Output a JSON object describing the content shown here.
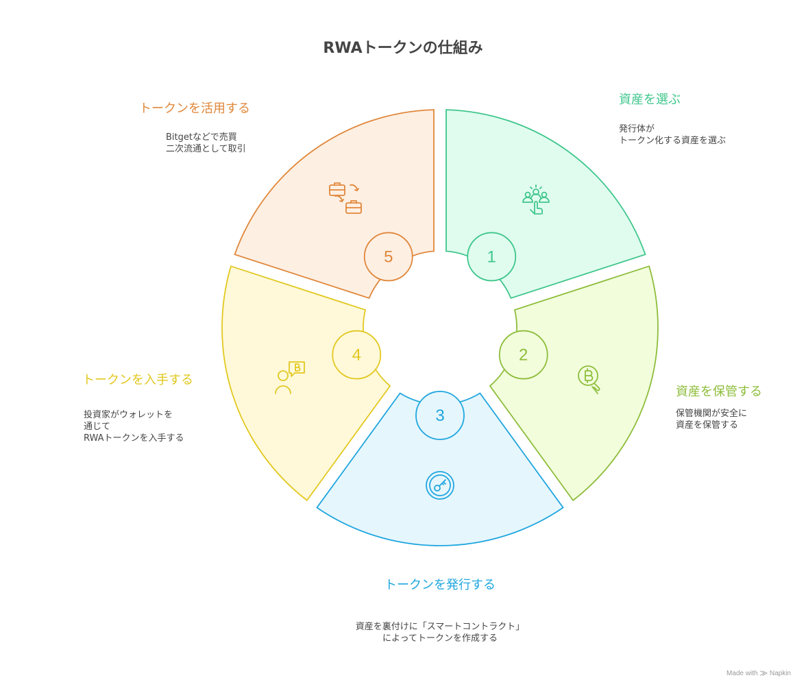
{
  "title": "RWAトークンの仕組み",
  "steps": [
    {
      "num": "1",
      "title": "資産を選ぶ",
      "desc": "発行体が\nトークン化する資産を選ぶ",
      "icon": "people-pointer-icon",
      "stroke": "#3ec68b",
      "fill": "#e0fcef"
    },
    {
      "num": "2",
      "title": "資産を保管する",
      "desc": "保管機関が安全に\n資産を保管する",
      "icon": "bitcoin-hand-icon",
      "stroke": "#8dbd3a",
      "fill": "#f2fddc"
    },
    {
      "num": "3",
      "title": "トークンを発行する",
      "desc": "資産を裏付けに「スマートコントラクト」\nによってトークンを作成する",
      "icon": "key-coin-icon",
      "stroke": "#1fa6de",
      "fill": "#e6f6fd"
    },
    {
      "num": "4",
      "title": "トークンを入手する",
      "desc": "投資家がウォレットを\n通じて\nRWAトークンを入手する",
      "icon": "person-bitcoin-icon",
      "stroke": "#e2c81f",
      "fill": "#fff9da"
    },
    {
      "num": "5",
      "title": "トークンを活用する",
      "desc": "Bitgetなどで売買\n二次流通として取引",
      "icon": "briefcase-exchange-icon",
      "stroke": "#e0873a",
      "fill": "#feefe3"
    }
  ],
  "credit": "Made with ⨠ Napkin"
}
